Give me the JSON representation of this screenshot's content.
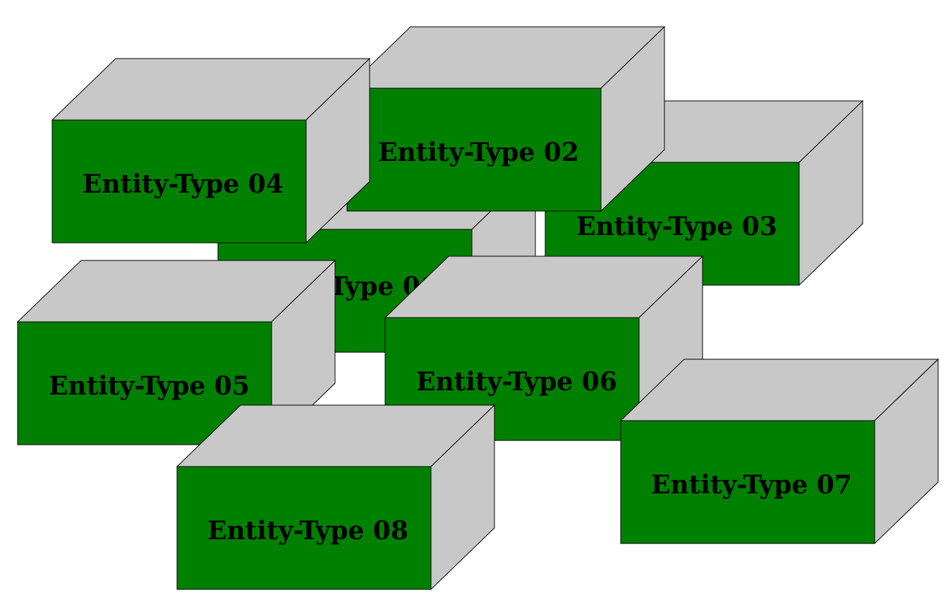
{
  "colors": {
    "front": "#008000",
    "top": "#c8c8c8",
    "side": "#c8c8c8",
    "outline": "#000000",
    "background": "#ffffff"
  },
  "entities": [
    {
      "id": "01",
      "label": "Entity-Type 01"
    },
    {
      "id": "02",
      "label": "Entity-Type 02"
    },
    {
      "id": "03",
      "label": "Entity-Type 03"
    },
    {
      "id": "04",
      "label": "Entity-Type 04"
    },
    {
      "id": "05",
      "label": "Entity-Type 05"
    },
    {
      "id": "06",
      "label": "Entity-Type 06"
    },
    {
      "id": "07",
      "label": "Entity-Type 07"
    },
    {
      "id": "08",
      "label": "Entity-Type 08"
    }
  ]
}
